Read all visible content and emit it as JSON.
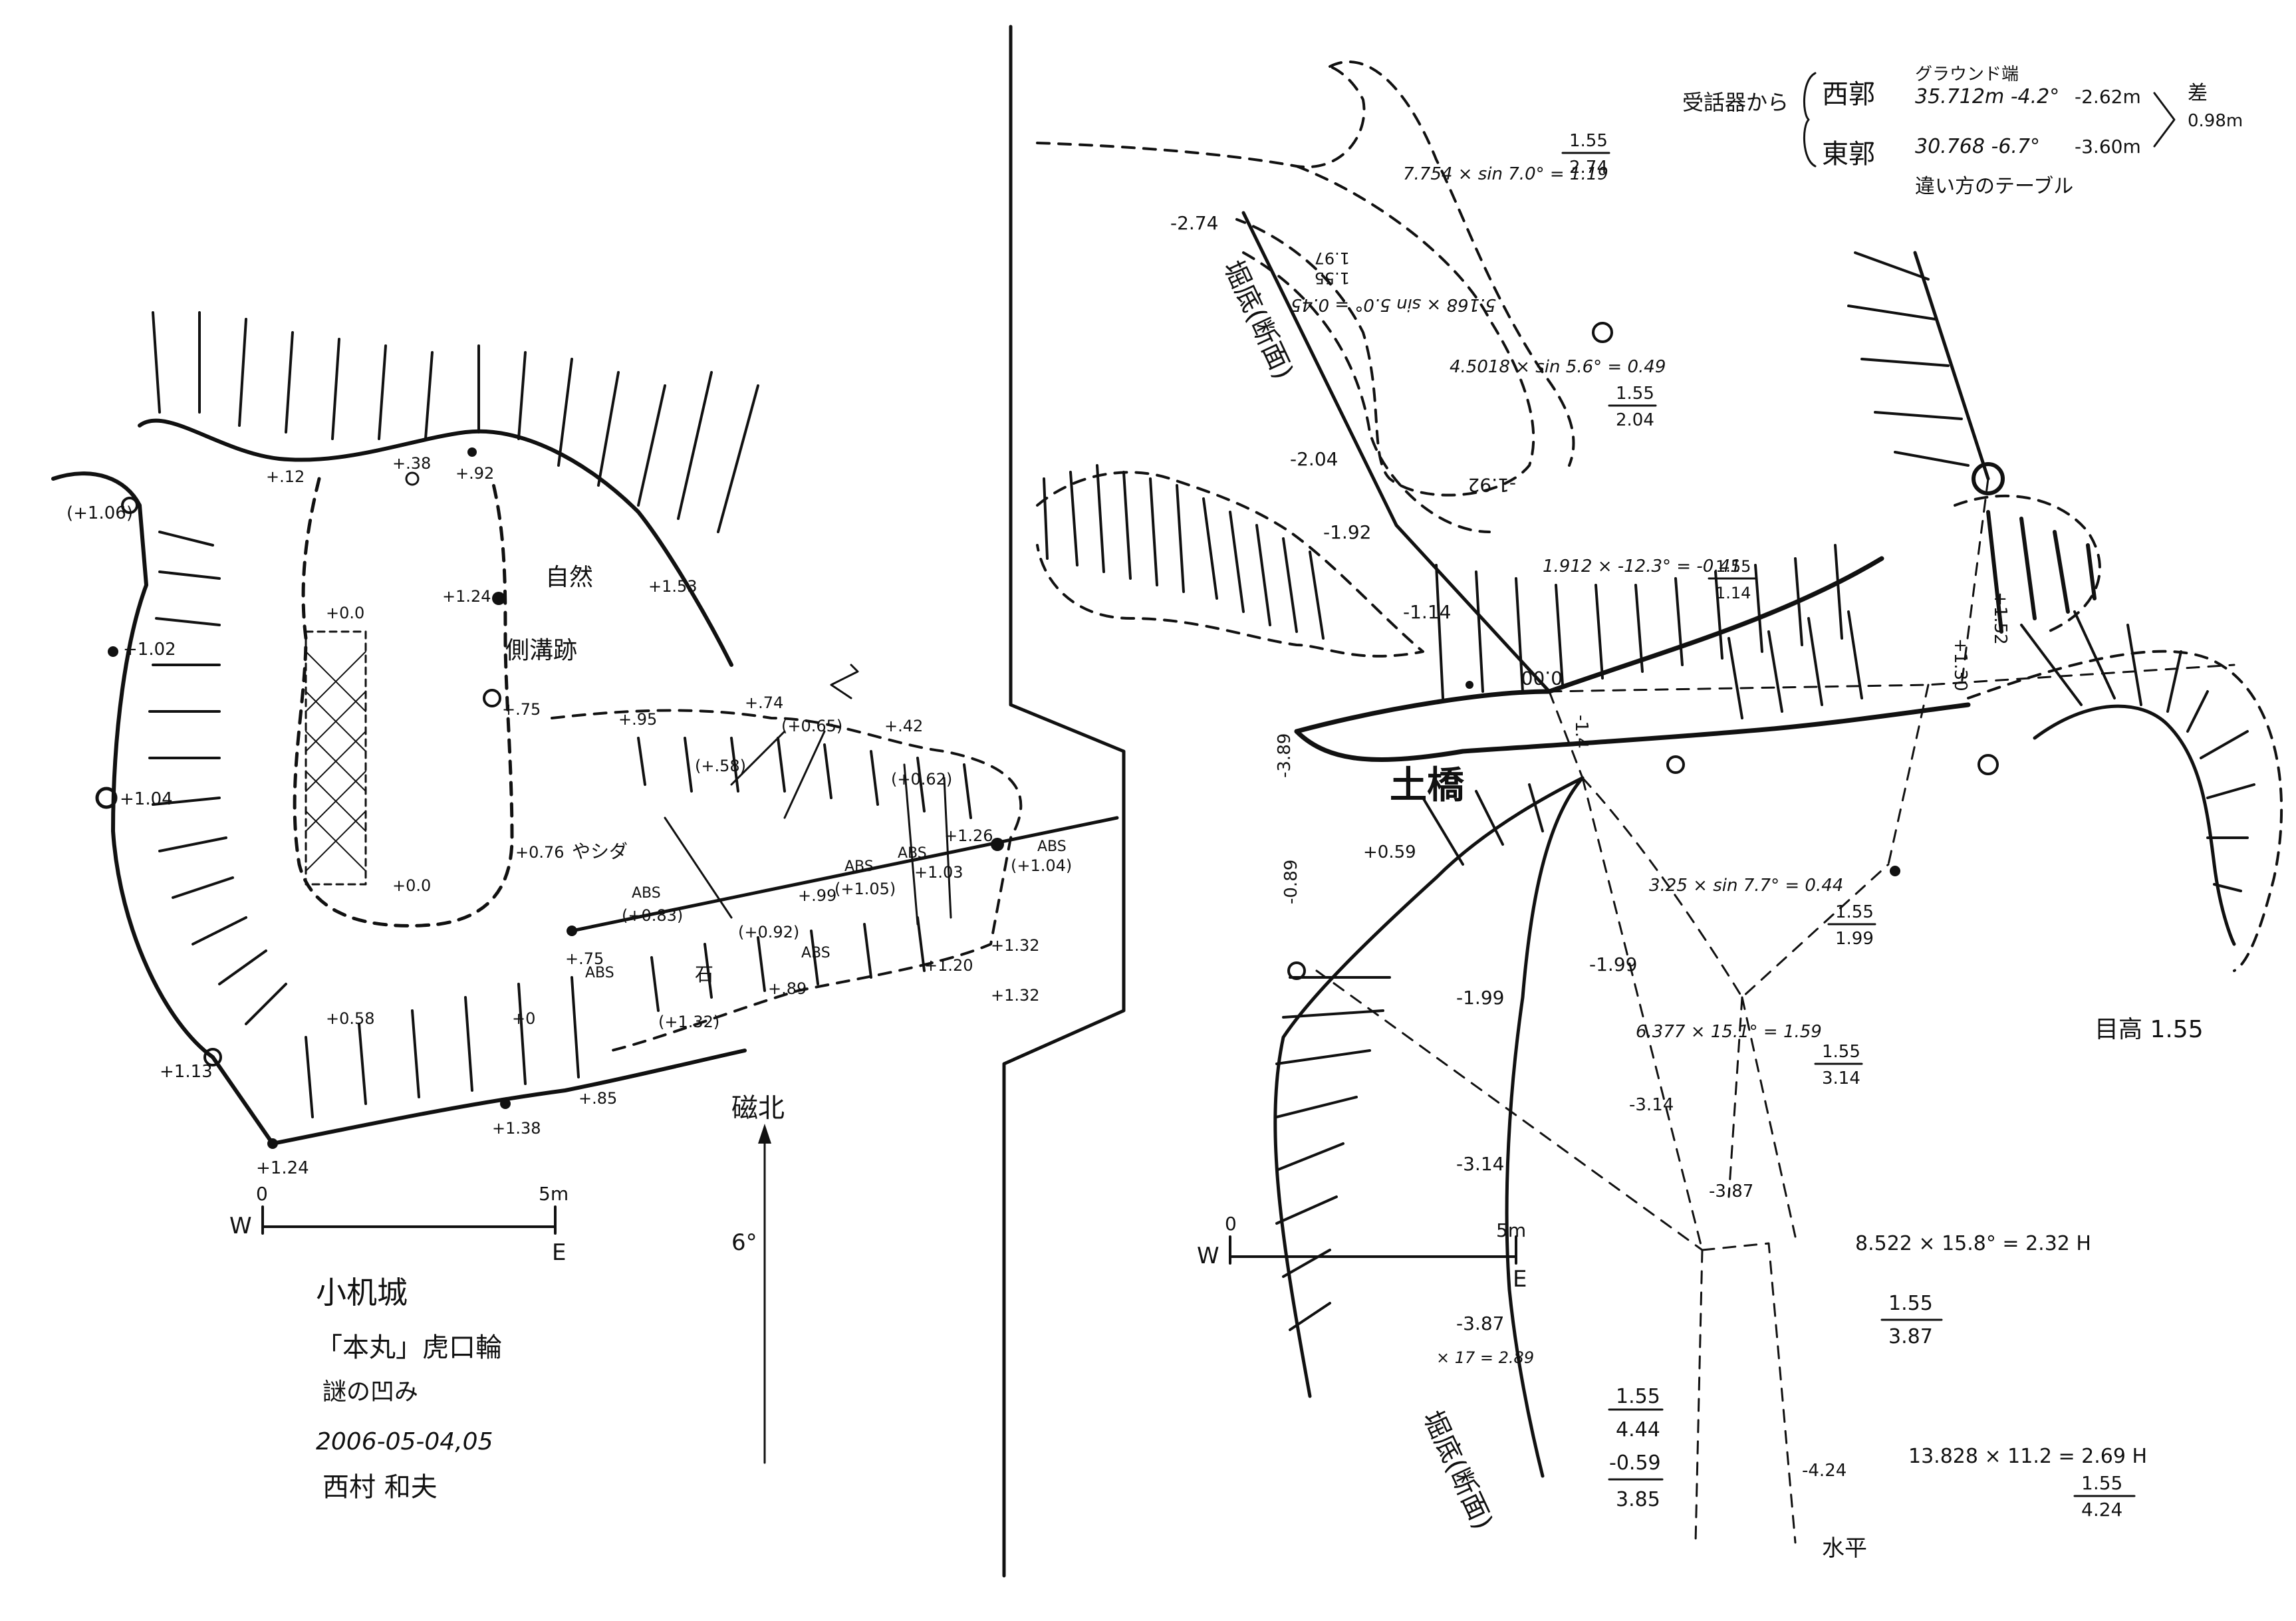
{
  "left_sheet": {
    "title": "小机城",
    "subtitle": "「本丸」虎口輪",
    "subtitle2": "謎の凹み",
    "date": "2006-05-04,05",
    "author": "西村 和夫",
    "north_label": "磁北",
    "declination": "6°",
    "scale": {
      "w": "W",
      "zero": "0",
      "five": "5m",
      "e": "E"
    },
    "notes": {
      "natural": "自然",
      "trace": "側溝跡",
      "bamboo": "やシダ",
      "stone": "石"
    },
    "spot_heights": [
      "(+1.06)",
      "+1.02",
      "+1.04",
      "+1.13",
      "+1.24",
      "+.12",
      "+.38",
      "+.92",
      "+1.24",
      "+1.53",
      "+0.0",
      "+0.0",
      "+.75",
      "+.95",
      "+.74",
      "(+0.65)",
      "+.42",
      "(+.58)",
      "(+0.62)",
      "+0.76",
      "+.75",
      "(+0.83)",
      "+0.58",
      "+0",
      "+1.38",
      "+.85",
      "(+1.32)",
      "+.89",
      "+.99",
      "(+1.05)",
      "+1.03",
      "(+1.04)",
      "+1.26",
      "+1.32",
      "+1.32",
      "+1.20",
      "(+0.92)"
    ],
    "abs_labels": [
      "ABS",
      "ABS",
      "ABS",
      "ABS",
      "ABS",
      "ABS"
    ]
  },
  "right_sheet": {
    "bridge_label": "土橋",
    "eye_height": "目高 1.55",
    "horizontal": "水平",
    "moat_bottom_label": "堀底(断面)",
    "rangefinder": {
      "label": "受話器から",
      "west_name": "西郭",
      "west_note": "グラウンド端",
      "west_values": "35.712m -4.2°",
      "west_result": "-2.62m",
      "east_name": "東郭",
      "east_values": "30.768  -6.7°",
      "east_result": "-3.60m",
      "diff_label": "差",
      "diff_value": "0.98m",
      "note": "違い方のテーブル"
    },
    "calcs": [
      {
        "expr": "7.754 × sin 7.0° = 1.19",
        "add": "1.55",
        "sum": "2.74"
      },
      {
        "expr": "5.168 × sin 5.0° = 0.45",
        "add": "1.55",
        "sum": "1.97"
      },
      {
        "expr": "4.5018 × sin 5.6° = 0.49",
        "add": "1.55",
        "sum": "2.04"
      },
      {
        "expr": "1.912 × -12.3° = -0.41",
        "add": "1.55",
        "sum": "1.14"
      },
      {
        "expr": "3.25 × sin 7.7° = 0.44",
        "add": "1.55",
        "sum": "1.99"
      },
      {
        "expr": "6.377 × 15.1° = 1.59",
        "add": "1.55",
        "sum": "3.14"
      },
      {
        "expr": "8.522 × 15.8° = 2.32 H",
        "add": "1.55",
        "sum": "3.87"
      },
      {
        "expr": "13.828 × 11.2 = 2.69 H",
        "add": "1.55",
        "sum": "4.24"
      },
      {
        "expr": "× 17 = 2.89",
        "add": "1.55",
        "sum": "4.44",
        "sub": "-0.59",
        "res": "3.85"
      }
    ],
    "spot_heights": [
      "-2.74",
      "-2.04",
      "-1.92",
      "-1.14",
      "-1.92",
      "0.00",
      "-1.4",
      "+1.30",
      "+1.52",
      "+0.59",
      "-1.99",
      "-1.99",
      "-3.14",
      "-3.14",
      "-3.87",
      "-3.87",
      "-4.24",
      "-3.89",
      "-0.89"
    ],
    "scale": {
      "w": "W",
      "zero": "0",
      "five": "5m",
      "e": "E"
    }
  }
}
